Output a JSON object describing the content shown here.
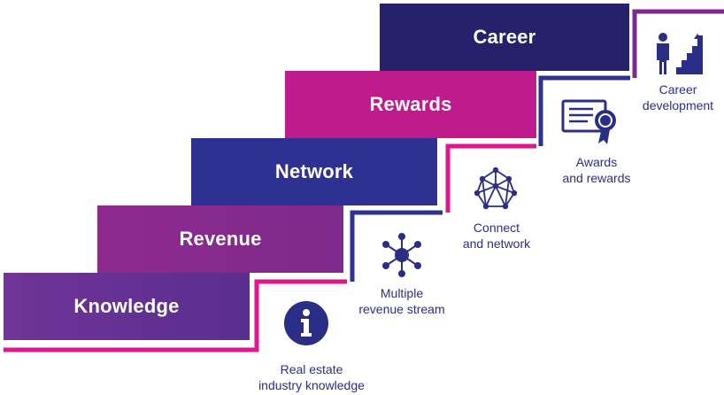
{
  "steps": [
    {
      "label": "Knowledge"
    },
    {
      "label": "Revenue"
    },
    {
      "label": "Network"
    },
    {
      "label": "Rewards"
    },
    {
      "label": "Career"
    }
  ],
  "captions": {
    "knowledge": "Real estate\nindustry knowledge",
    "revenue": "Multiple\nrevenue stream",
    "network": "Connect\nand network",
    "rewards": "Awards\nand rewards",
    "career": "Career\ndevelopment"
  },
  "icons": {
    "knowledge": "info-circle-icon",
    "revenue": "distribution-hub-icon",
    "network": "network-mesh-icon",
    "rewards": "certificate-award-icon",
    "career": "career-ladder-icon"
  },
  "colors": {
    "knowledge": "#6f3496",
    "revenue": "#8e2a8f",
    "network": "#2f3192",
    "rewards": "#c01b8c",
    "career": "#25216b",
    "caption": "#2b2e86",
    "pink_line": "#e0168c",
    "navy_line": "#2f3192",
    "purple_line": "#7e2a8c"
  }
}
